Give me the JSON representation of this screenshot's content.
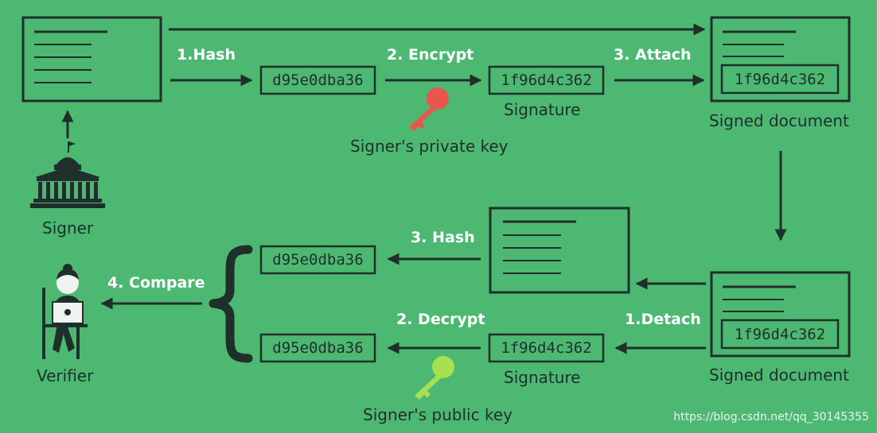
{
  "top": {
    "step_hash": "1.Hash",
    "step_encrypt": "2. Encrypt",
    "step_attach": "3. Attach",
    "hash_value": "d95e0dba36",
    "signature_value": "1f96d4c362",
    "signature_caption": "Signature",
    "private_key_caption": "Signer's private key",
    "signed_doc_signature": "1f96d4c362",
    "signed_doc_caption": "Signed document",
    "signer_caption": "Signer"
  },
  "bottom": {
    "step_detach": "1.Detach",
    "step_decrypt": "2. Decrypt",
    "step_hash": "3. Hash",
    "step_compare": "4. Compare",
    "hash_value_top": "d95e0dba36",
    "hash_value_bottom": "d95e0dba36",
    "signature_value": "1f96d4c362",
    "signature_caption": "Signature",
    "public_key_caption": "Signer's public key",
    "signed_doc_signature": "1f96d4c362",
    "signed_doc_caption": "Signed document",
    "verifier_caption": "Verifier"
  },
  "watermark": "https://blog.csdn.net/qq_30145355",
  "colors": {
    "background": "#4db872",
    "ink": "#1f2f2b",
    "private_key": "#e8574e",
    "public_key": "#a6df52",
    "step_label": "#ffffff"
  }
}
